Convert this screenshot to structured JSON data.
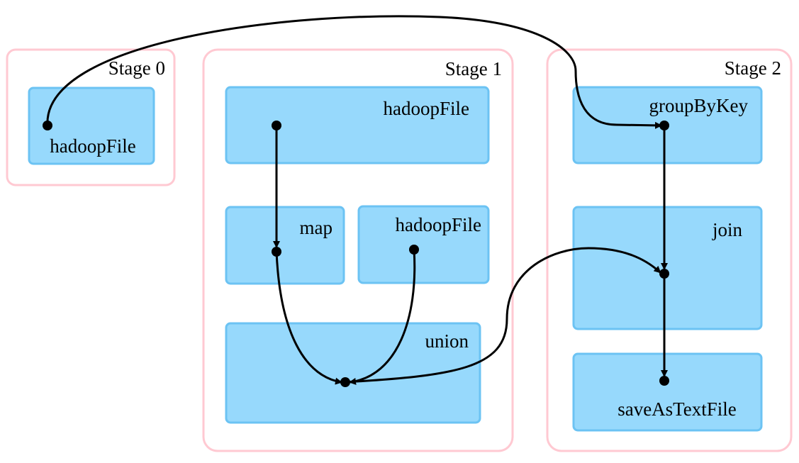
{
  "stages": {
    "stage0": {
      "label": "Stage 0"
    },
    "stage1": {
      "label": "Stage 1"
    },
    "stage2": {
      "label": "Stage 2"
    }
  },
  "operations": {
    "s0_hadoopFile": "hadoopFile",
    "s1_hadoopFile_top": "hadoopFile",
    "s1_map": "map",
    "s1_hadoopFile_right": "hadoopFile",
    "s1_union": "union",
    "s2_groupByKey": "groupByKey",
    "s2_join": "join",
    "s2_saveAsTextFile": "saveAsTextFile"
  },
  "colors": {
    "stage_border": "#ffc9d2",
    "rdd_fill": "#97d9fc",
    "rdd_border": "#6cc3f3",
    "edge": "#000000"
  }
}
